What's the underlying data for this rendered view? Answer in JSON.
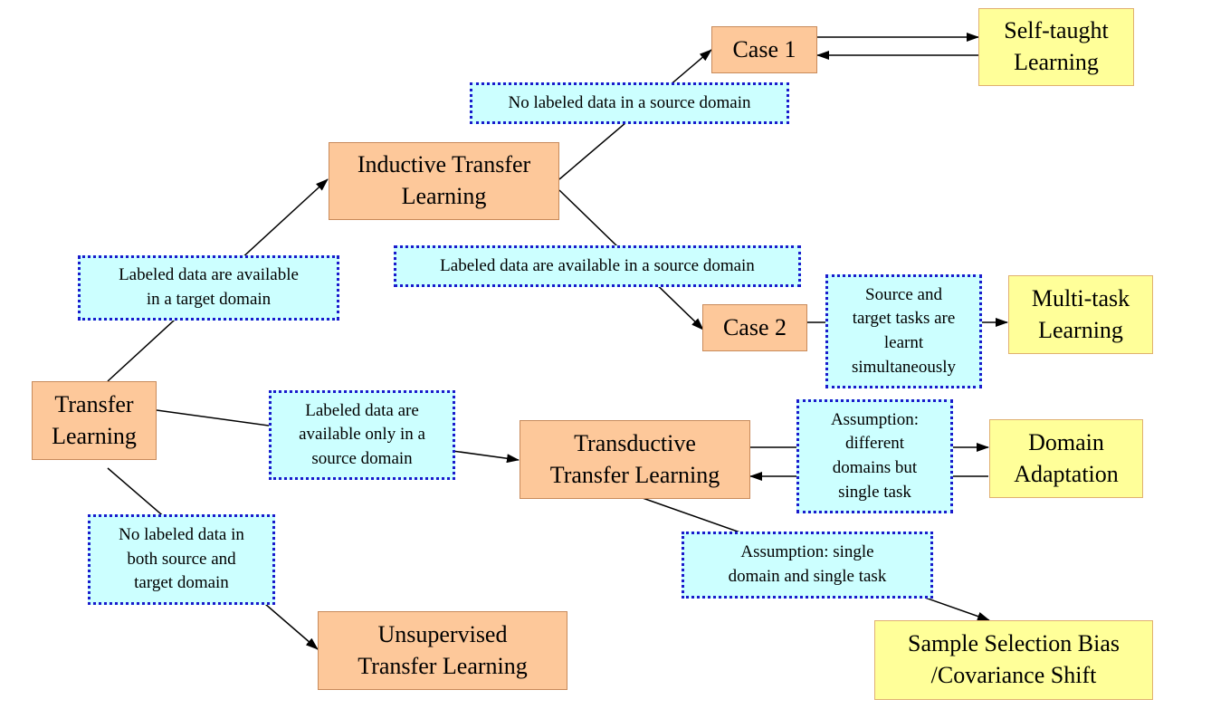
{
  "colors": {
    "approach_fill": "#fdc89a",
    "setting_fill": "#ffff99",
    "condition_fill": "#ccffff",
    "condition_border": "#1a1acc"
  },
  "nodes": {
    "transfer_learning": "Transfer\nLearning",
    "inductive": "Inductive Transfer\nLearning",
    "transductive": "Transductive\nTransfer Learning",
    "unsupervised": "Unsupervised\nTransfer Learning",
    "case1": "Case 1",
    "case2": "Case 2",
    "self_taught": "Self-taught\nLearning",
    "multi_task": "Multi-task\nLearning",
    "domain_adaptation": "Domain\nAdaptation",
    "sample_selection": "Sample Selection Bias\n/Covariance Shift"
  },
  "conditions": {
    "labeled_target": "Labeled data are available\nin a target domain",
    "labeled_source_only": "Labeled data are\navailable only in a\nsource domain",
    "no_labeled_both": "No labeled data in\nboth source and\ntarget domain",
    "no_labeled_source": "No labeled data in a source domain",
    "labeled_source": "Labeled data are available in a source domain",
    "multi_task_cond": "Source and\ntarget tasks are\nlearnt\nsimultaneously",
    "assumption_diff_domains": "Assumption:\ndifferent\ndomains but\nsingle task",
    "assumption_single": "Assumption: single\ndomain and single task"
  }
}
